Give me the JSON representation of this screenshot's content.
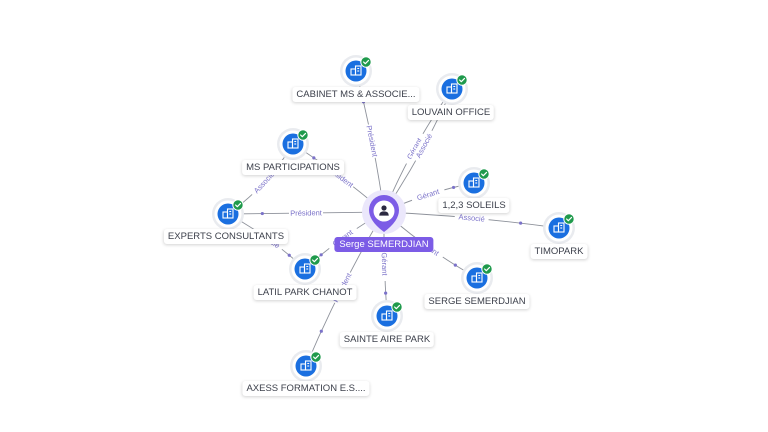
{
  "center": {
    "name": "Serge SEMERDJIAN",
    "icon": "person-icon"
  },
  "companies": [
    {
      "id": "cabinet",
      "name": "CABINET MS & ASSOCIE...",
      "icon": "building-icon",
      "verified": true
    },
    {
      "id": "louvain",
      "name": "LOUVAIN OFFICE",
      "icon": "building-icon",
      "verified": true
    },
    {
      "id": "msp",
      "name": "MS PARTICIPATIONS",
      "icon": "building-icon",
      "verified": true
    },
    {
      "id": "soleils",
      "name": "1,2,3 SOLEILS",
      "icon": "building-icon",
      "verified": true
    },
    {
      "id": "experts",
      "name": "EXPERTS CONSULTANTS",
      "icon": "building-icon",
      "verified": true
    },
    {
      "id": "timopark",
      "name": "TIMOPARK",
      "icon": "building-icon",
      "verified": true
    },
    {
      "id": "latil",
      "name": "LATIL PARK CHANOT",
      "icon": "building-icon",
      "verified": true
    },
    {
      "id": "serge",
      "name": "SERGE SEMERDJIAN",
      "icon": "building-icon",
      "verified": true
    },
    {
      "id": "sainte",
      "name": "SAINTE AIRE PARK",
      "icon": "building-icon",
      "verified": true
    },
    {
      "id": "axess",
      "name": "AXESS FORMATION E.S....",
      "icon": "building-icon",
      "verified": true
    }
  ],
  "relations": [
    {
      "from": "center",
      "to": "cabinet",
      "label": "Président"
    },
    {
      "from": "center",
      "to": "louvain",
      "label": "Gérant"
    },
    {
      "from": "center",
      "to": "louvain",
      "label": "Associé"
    },
    {
      "from": "center",
      "to": "msp",
      "label": "Président"
    },
    {
      "from": "experts",
      "to": "msp",
      "label": "Associé"
    },
    {
      "from": "center",
      "to": "soleils",
      "label": "Gérant"
    },
    {
      "from": "center",
      "to": "experts",
      "label": "Président"
    },
    {
      "from": "center",
      "to": "timopark",
      "label": "Associé"
    },
    {
      "from": "experts",
      "to": "latil",
      "label": "Associé"
    },
    {
      "from": "center",
      "to": "latil",
      "label": "Gérant"
    },
    {
      "from": "center",
      "to": "serge",
      "label": "Gérant"
    },
    {
      "from": "center",
      "to": "sainte",
      "label": "Gérant"
    },
    {
      "from": "center",
      "to": "axess",
      "label": "Président"
    }
  ],
  "colors": {
    "accent": "#7c5ce6",
    "node": "#1a6fe0",
    "check": "#1f9a4c",
    "edge": "#8e929b",
    "edgeLabel": "#7b72c9"
  }
}
